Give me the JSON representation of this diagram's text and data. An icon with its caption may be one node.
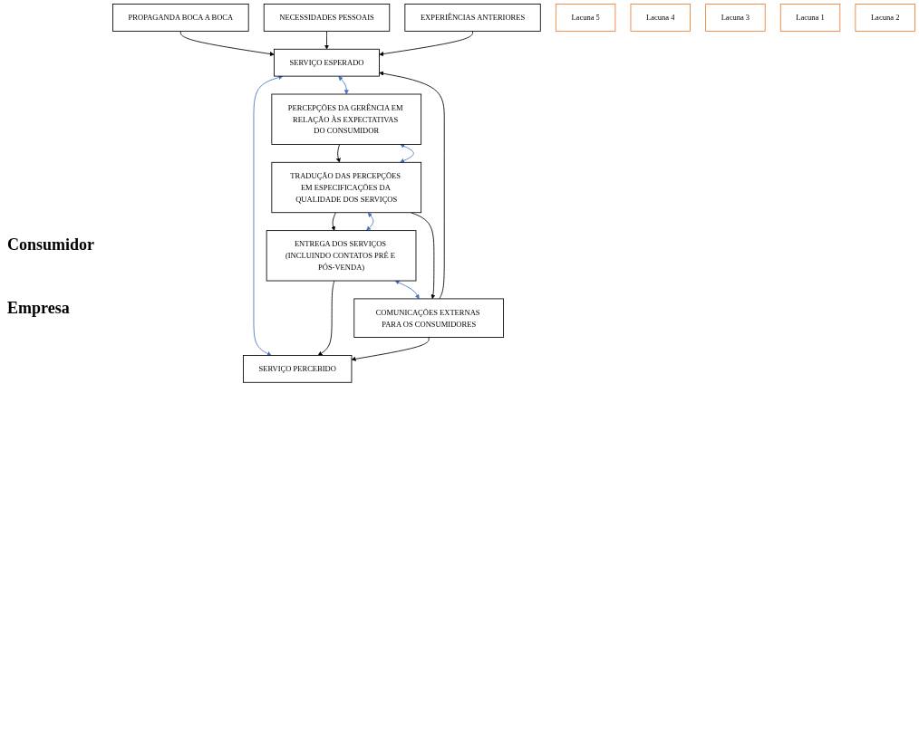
{
  "diagram": {
    "nodes": [
      {
        "text": [
          "PROPAGANDA BOCA A BOCA"
        ]
      },
      {
        "text": [
          "NECESSIDADES PESSOAIS"
        ]
      },
      {
        "text": [
          "EXPERIÊNCIAS ANTERIORES"
        ]
      },
      {
        "text": [
          "SERVIÇO ESPERADO"
        ]
      },
      {
        "text": [
          "Lacuna 5"
        ]
      },
      {
        "text": [
          "SERVIÇO PERCEBIDO"
        ]
      },
      {
        "text": [
          "ENTREGA DOS SERVIÇOS (INCLUINDO CONTATOS PRÉ E PÓS-VENDA)"
        ]
      },
      {
        "text": [
          "Lacuna 4"
        ]
      },
      {
        "text": [
          "COMUNICAÇÕES EXTERNAS PARA OS CONSUMIDORES"
        ]
      },
      {
        "text": [
          "Lacuna 3"
        ]
      },
      {
        "text": [
          "Lacuna 1"
        ]
      },
      {
        "text": [
          "TRADUÇÃO DAS PERCEPÇÕES EM ESPECIFICAÇÕES DA QUALIDADE DOS SERVIÇOS"
        ]
      },
      {
        "text": [
          "Lacuna 2"
        ]
      },
      {
        "text": [
          "PERCEPÇÕES DA GERÊNCIA EM RELAÇÃO ÀS EXPECTATIVAS DO CONSUMIDOR"
        ]
      }
    ],
    "edges": [
      {
        "from": 0,
        "to": 3,
        "arrow": "to"
      },
      {
        "from": 1,
        "to": 3,
        "arrow": "to"
      },
      {
        "from": 2,
        "to": 3,
        "arrow": "to"
      },
      {
        "from": 8,
        "to": 3,
        "arrow": "to"
      },
      {
        "from": 8,
        "to": 5,
        "arrow": "to"
      },
      {
        "from": 3,
        "to": 5,
        "arrow": "both",
        "color": "#4472c4"
      },
      {
        "from": 6,
        "to": 5,
        "arrow": "to"
      },
      {
        "from": 6,
        "to": 8,
        "arrow": "both",
        "color": "#4472c4"
      },
      {
        "from": 11,
        "to": 6,
        "arrow": "to"
      },
      {
        "from": 11,
        "to": 6,
        "arrow": "both",
        "color": "#4472c4"
      },
      {
        "from": 11,
        "to": 8,
        "arrow": "to"
      },
      {
        "from": 13,
        "to": 11,
        "arrow": "to"
      },
      {
        "from": 13,
        "to": 11,
        "arrow": "both",
        "color": "#4472c4"
      },
      {
        "from": 3,
        "to": 13,
        "arrow": "both",
        "color": "#4472c4"
      }
    ],
    "labels": [
      "Consumidor",
      "Empresa"
    ]
  }
}
